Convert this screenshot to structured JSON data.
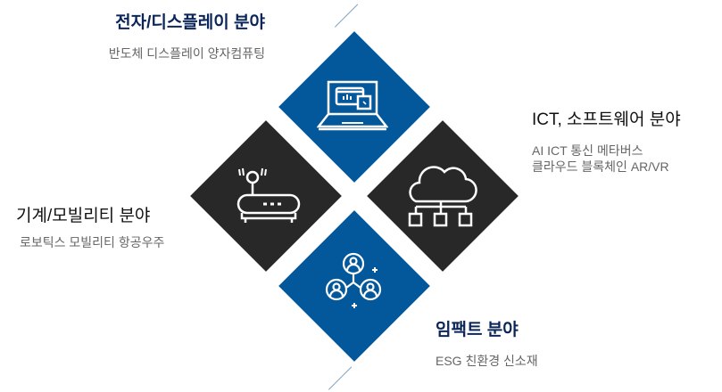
{
  "sections": {
    "electronics": {
      "title": "전자/디스플레이 분야",
      "subtitle": "반도체 디스플레이 양자컴퓨팅",
      "icon": "laptop-icon"
    },
    "ict": {
      "title": "ICT, 소프트웨어 분야",
      "subtitle_lines": [
        "AI ICT 통신 메타버스",
        "클라우드 블록체인 AR/VR"
      ],
      "icon": "cloud-network-icon"
    },
    "mobility": {
      "title": "기계/모빌리티 분야",
      "subtitle": "로보틱스 모빌리티 항공우주",
      "icon": "router-icon"
    },
    "impact": {
      "title": "임팩트 분야",
      "subtitle": "ESG 친환경 신소재",
      "icon": "people-network-icon"
    }
  },
  "colors": {
    "blue": "#02589b",
    "dark": "#282828",
    "navy": "#0b2559"
  }
}
